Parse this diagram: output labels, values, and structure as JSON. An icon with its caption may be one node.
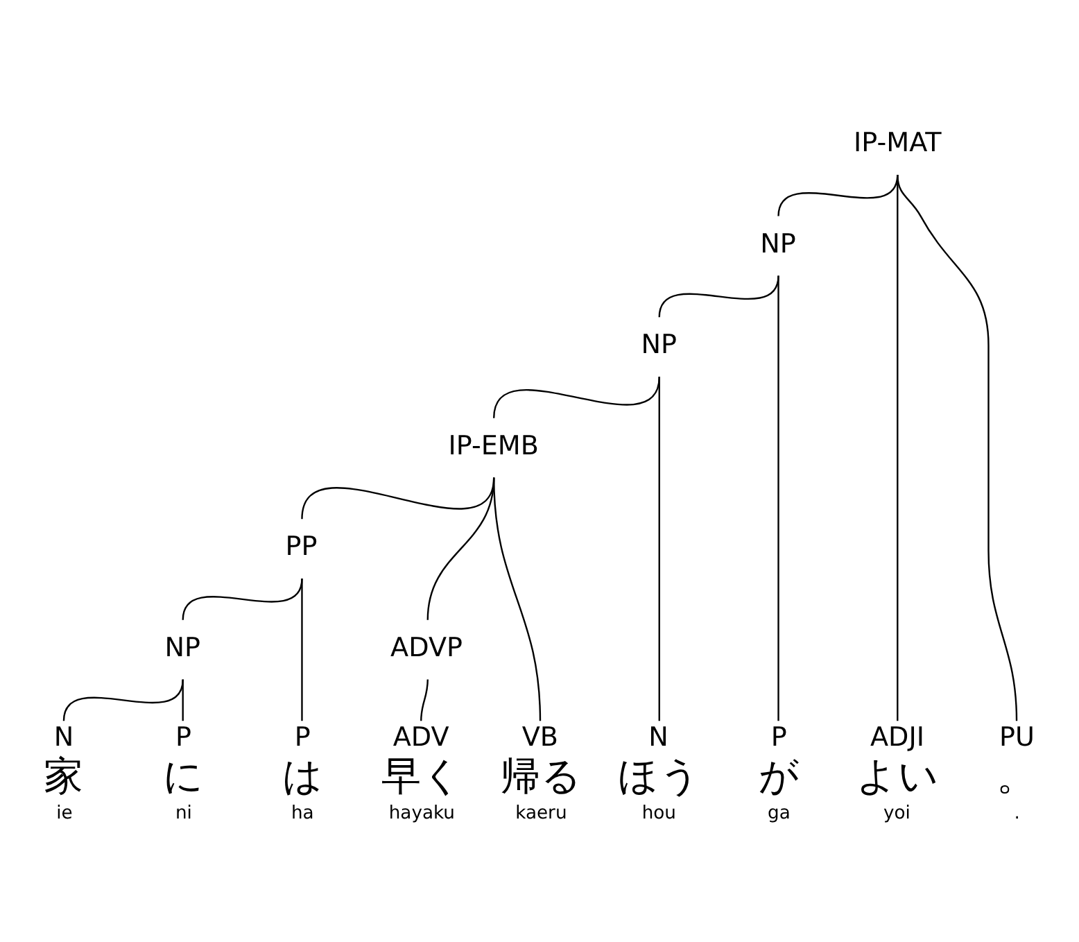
{
  "diagram": {
    "nodes": [
      {
        "text": [
          "IP-MAT"
        ]
      },
      {
        "text": [
          "NP"
        ]
      },
      {
        "text": [
          "NP"
        ]
      },
      {
        "text": [
          "IP-EMB"
        ]
      },
      {
        "text": [
          "PP"
        ]
      },
      {
        "text": [
          "NP"
        ]
      },
      {
        "text": [
          "ADVP"
        ]
      },
      {
        "text": [
          "N",
          "家",
          "ie"
        ]
      },
      {
        "text": [
          "P",
          "に",
          "ni"
        ]
      },
      {
        "text": [
          "P",
          "は",
          "ha"
        ]
      },
      {
        "text": [
          "ADV",
          "早く",
          "hayaku"
        ]
      },
      {
        "text": [
          "VB",
          "帰る",
          "kaeru"
        ]
      },
      {
        "text": [
          "N",
          "ほう",
          "hou"
        ]
      },
      {
        "text": [
          "P",
          "が",
          "ga"
        ]
      },
      {
        "text": [
          "ADJI",
          "よい",
          "yoi"
        ]
      },
      {
        "text": [
          "PU",
          "。",
          "."
        ]
      }
    ],
    "edges": [
      {
        "from": 0,
        "to": 1,
        "arrow": "none"
      },
      {
        "from": 0,
        "to": 14,
        "arrow": "none"
      },
      {
        "from": 0,
        "to": 15,
        "arrow": "none"
      },
      {
        "from": 1,
        "to": 2,
        "arrow": "none"
      },
      {
        "from": 1,
        "to": 13,
        "arrow": "none"
      },
      {
        "from": 2,
        "to": 3,
        "arrow": "none"
      },
      {
        "from": 2,
        "to": 12,
        "arrow": "none"
      },
      {
        "from": 3,
        "to": 4,
        "arrow": "none"
      },
      {
        "from": 3,
        "to": 6,
        "arrow": "none"
      },
      {
        "from": 3,
        "to": 11,
        "arrow": "none"
      },
      {
        "from": 4,
        "to": 5,
        "arrow": "none"
      },
      {
        "from": 4,
        "to": 9,
        "arrow": "none"
      },
      {
        "from": 5,
        "to": 7,
        "arrow": "none"
      },
      {
        "from": 5,
        "to": 8,
        "arrow": "none"
      },
      {
        "from": 6,
        "to": 10,
        "arrow": "none"
      }
    ]
  }
}
